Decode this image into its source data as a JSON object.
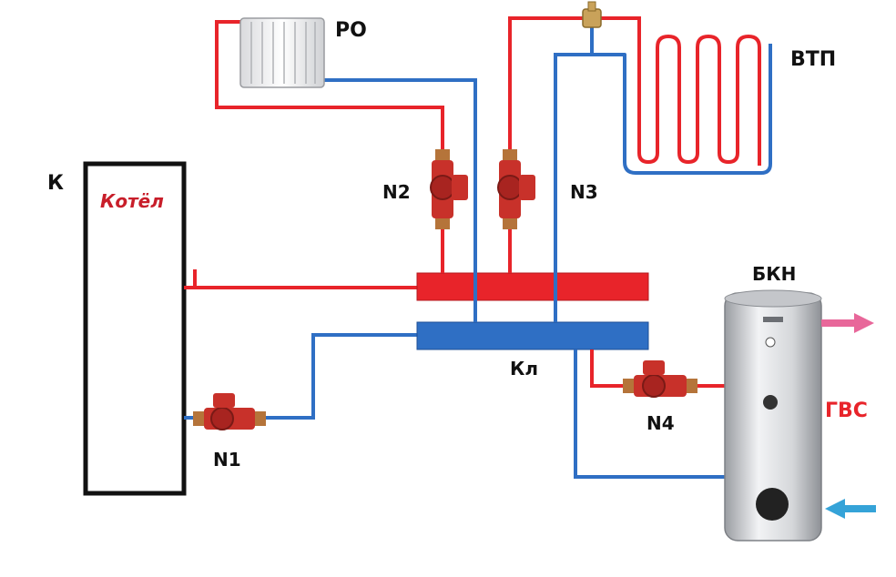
{
  "labels": {
    "boiler_short": "К",
    "boiler_name": "Котёл",
    "radiator": "РО",
    "floor_heating": "ВТП",
    "pump1": "N1",
    "pump2": "N2",
    "pump3": "N3",
    "pump4": "N4",
    "tank": "БКН",
    "manifold": "Кл",
    "hot_water": "ГВС"
  },
  "colors": {
    "supply": "#e8242a",
    "return": "#2f6fc4",
    "pump": "#c8312a",
    "arrow_out": "#e8679a",
    "arrow_in": "#35a3d8",
    "boiler_label": "#c81e2a"
  },
  "icons": [
    "radiator-icon",
    "underfloor-coil-icon",
    "pump-icon",
    "tank-icon",
    "mixing-valve-icon"
  ]
}
